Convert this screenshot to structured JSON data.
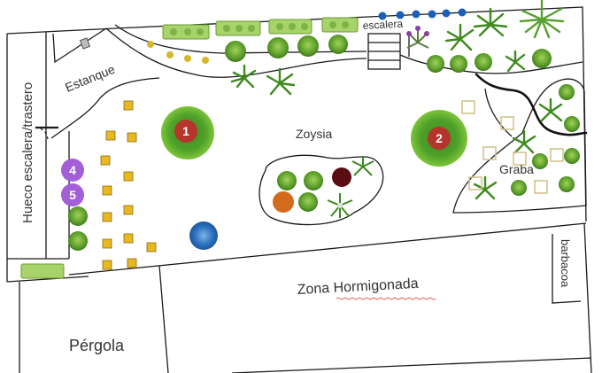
{
  "plan": {
    "labels": {
      "hueco": "Hueco escalera/trastero",
      "estanque": "Estanque",
      "escalera": "escalera",
      "zoysia": "Zoysia",
      "graba": "Graba",
      "barbacoa": "barbacoa",
      "zona": "Zona Hormigonada",
      "pergola": "Pérgola"
    },
    "markers": [
      {
        "id": "1",
        "color": "#b5352c"
      },
      {
        "id": "2",
        "color": "#b5352c"
      },
      {
        "id": "4",
        "color": "#a35fd8"
      },
      {
        "id": "5",
        "color": "#a35fd8"
      }
    ],
    "colors": {
      "outline": "#1a1a1a",
      "tile_yellow": "#e8b820",
      "tile_outline": "#d4c290",
      "shrub_green": "#6aa733",
      "pot_blue": "#1c5fb8",
      "orange_plant": "#d36a1e",
      "maroon_plant": "#5a0d12"
    }
  }
}
